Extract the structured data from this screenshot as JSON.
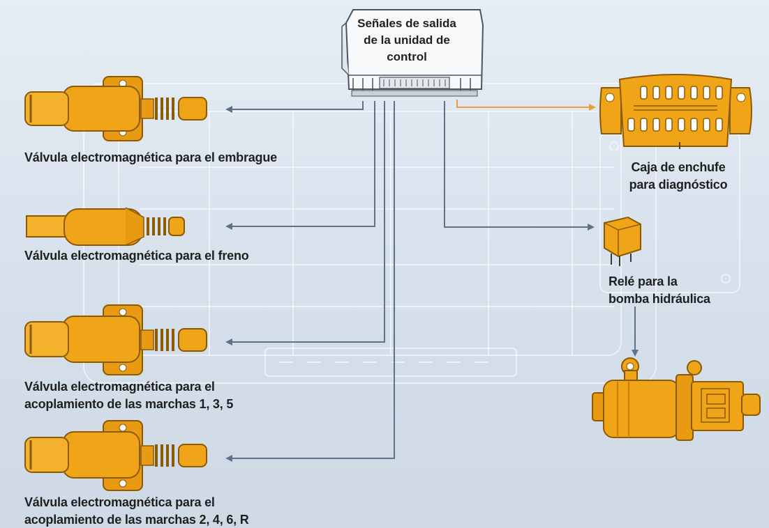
{
  "ecu": {
    "title_line1": "Señales de salida",
    "title_line2": "de la unidad de",
    "title_line3": "control"
  },
  "components": {
    "clutch_valve": {
      "label": "Válvula electromagnética para el embrague"
    },
    "brake_valve": {
      "label": "Válvula electromagnética para el freno"
    },
    "gear_135_valve": {
      "label_line1": "Válvula electromagnética para el",
      "label_line2": "acoplamiento de las marchas 1, 3, 5"
    },
    "gear_246r_valve": {
      "label_line1": "Válvula electromagnética para el",
      "label_line2": "acoplamiento de las marchas 2, 4, 6, R"
    },
    "diagnostic_socket": {
      "label_line1": "Caja de enchufe",
      "label_line2": "para diagnóstico"
    },
    "pump_relay": {
      "label_line1": "Relé para la",
      "label_line2": "bomba hidráulica"
    },
    "hydraulic_pump": {}
  },
  "colors": {
    "component_fill": "#f0a417",
    "component_shade": "#c77d08",
    "wire": "#5f7388",
    "diagnostic_wire": "#e9a030",
    "background": "#d9e3ee"
  }
}
